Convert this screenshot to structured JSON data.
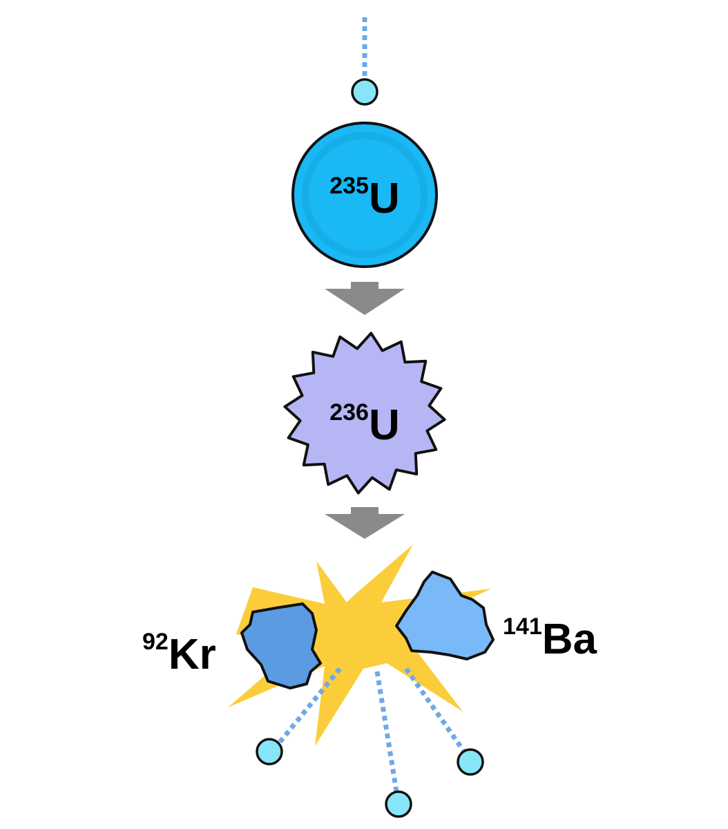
{
  "colors": {
    "neutron": "#86e6f7",
    "neutron_trail": "#6ea8ea",
    "u235": "#1ab8f5",
    "u236": "#b7b6f5",
    "krypton": "#5b9be2",
    "barium": "#7ab9f7",
    "flash": "#fccd3a",
    "arrow": "#8a8a8a",
    "outline": "#111111"
  },
  "nuclei": {
    "u235": {
      "mass": "235",
      "symbol": "U"
    },
    "u236": {
      "mass": "236",
      "symbol": "U"
    },
    "kr92": {
      "mass": "92",
      "symbol": "Kr"
    },
    "ba141": {
      "mass": "141",
      "symbol": "Ba"
    }
  }
}
